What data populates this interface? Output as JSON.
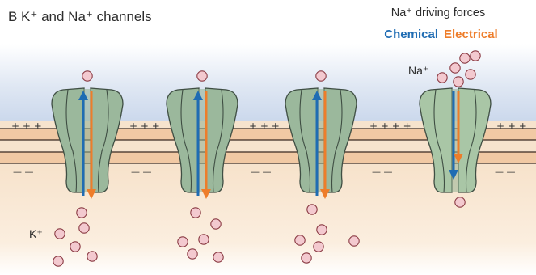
{
  "header": {
    "title": "B  K⁺ and Na⁺ channels",
    "legend_title": "Na⁺ driving forces",
    "legend_chemical": "Chemical",
    "legend_electrical": "Electrical"
  },
  "labels": {
    "k_ion": "K⁺",
    "na_ion": "Na⁺",
    "plus_marks": "+ + +",
    "plus_marks_four": "+ + + +",
    "minus_marks": "— —"
  },
  "colors": {
    "chemical": "#1f6cb3",
    "electrical": "#ee7d2a",
    "channel_fill": "#9bb89c",
    "channel_stroke": "#3f4e43",
    "ion_fill": "#f3c9cf",
    "ion_stroke": "#8a3a43",
    "extracellular": "#d3deee",
    "intracellular": "#f8e6d0",
    "membrane": "#f3d2b2"
  },
  "channels": [
    {
      "type": "K",
      "chemical_direction": "out",
      "electrical_direction": "in"
    },
    {
      "type": "K",
      "chemical_direction": "out",
      "electrical_direction": "in"
    },
    {
      "type": "K",
      "chemical_direction": "out",
      "electrical_direction": "in"
    },
    {
      "type": "Na",
      "chemical_direction": "in",
      "electrical_direction": "in"
    }
  ]
}
